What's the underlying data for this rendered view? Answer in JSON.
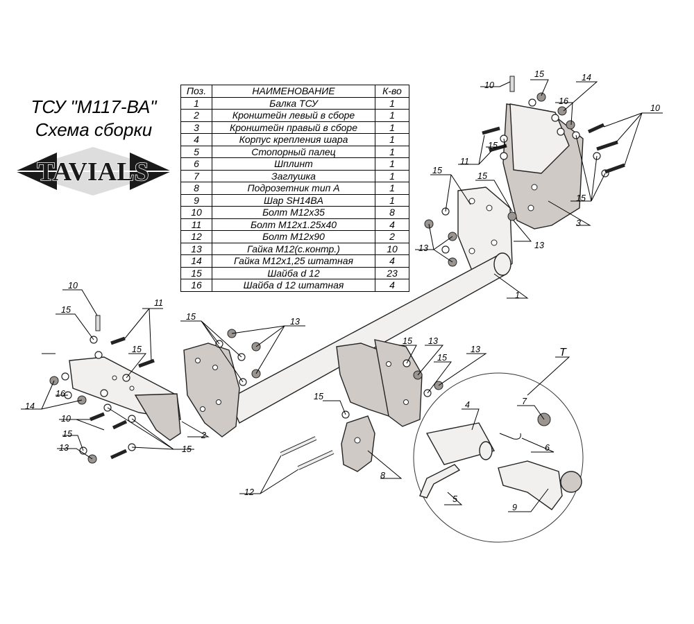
{
  "title": {
    "line1": "ТСУ \"М117-ВА\"",
    "line2": "Схема сборки"
  },
  "logo": {
    "text": "TAVIALS"
  },
  "table": {
    "headers": {
      "pos": "Поз.",
      "name": "НАИМЕНОВАНИЕ",
      "qty": "К-во"
    },
    "rows": [
      {
        "pos": "1",
        "name": "Балка ТСУ",
        "qty": "1"
      },
      {
        "pos": "2",
        "name": "Кронштейн левый в сборе",
        "qty": "1"
      },
      {
        "pos": "3",
        "name": "Кронштейн правый в сборе",
        "qty": "1"
      },
      {
        "pos": "4",
        "name": "Корпус крепления шара",
        "qty": "1"
      },
      {
        "pos": "5",
        "name": "Стопорный палец",
        "qty": "1"
      },
      {
        "pos": "6",
        "name": "Шплинт",
        "qty": "1"
      },
      {
        "pos": "7",
        "name": "Заглушка",
        "qty": "1"
      },
      {
        "pos": "8",
        "name": "Подрозетник тип А",
        "qty": "1"
      },
      {
        "pos": "9",
        "name": "Шар SH14BA",
        "qty": "1"
      },
      {
        "pos": "10",
        "name": "Болт М12х35",
        "qty": "8"
      },
      {
        "pos": "11",
        "name": "Болт М12х1.25х40",
        "qty": "4"
      },
      {
        "pos": "12",
        "name": "Болт М12х90",
        "qty": "2"
      },
      {
        "pos": "13",
        "name": "Гайка М12(с.контр.)",
        "qty": "10"
      },
      {
        "pos": "14",
        "name": "Гайка М12х1,25 штатная",
        "qty": "4"
      },
      {
        "pos": "15",
        "name": "Шайба d 12",
        "qty": "23"
      },
      {
        "pos": "16",
        "name": "Шайба d 12 штатная",
        "qty": "4"
      }
    ]
  },
  "callouts": {
    "c1": "1",
    "c2": "2",
    "c3": "3",
    "c4": "4",
    "c5": "5",
    "c6": "6",
    "c7": "7",
    "c8": "8",
    "c9": "9",
    "c10": "10",
    "c11": "11",
    "c12": "12",
    "c13": "13",
    "c14": "14",
    "c15": "15",
    "c16": "16",
    "detail": "T"
  },
  "colors": {
    "metal": "#cfcac6",
    "light_metal": "#f2f0ee",
    "line": "#222222"
  }
}
